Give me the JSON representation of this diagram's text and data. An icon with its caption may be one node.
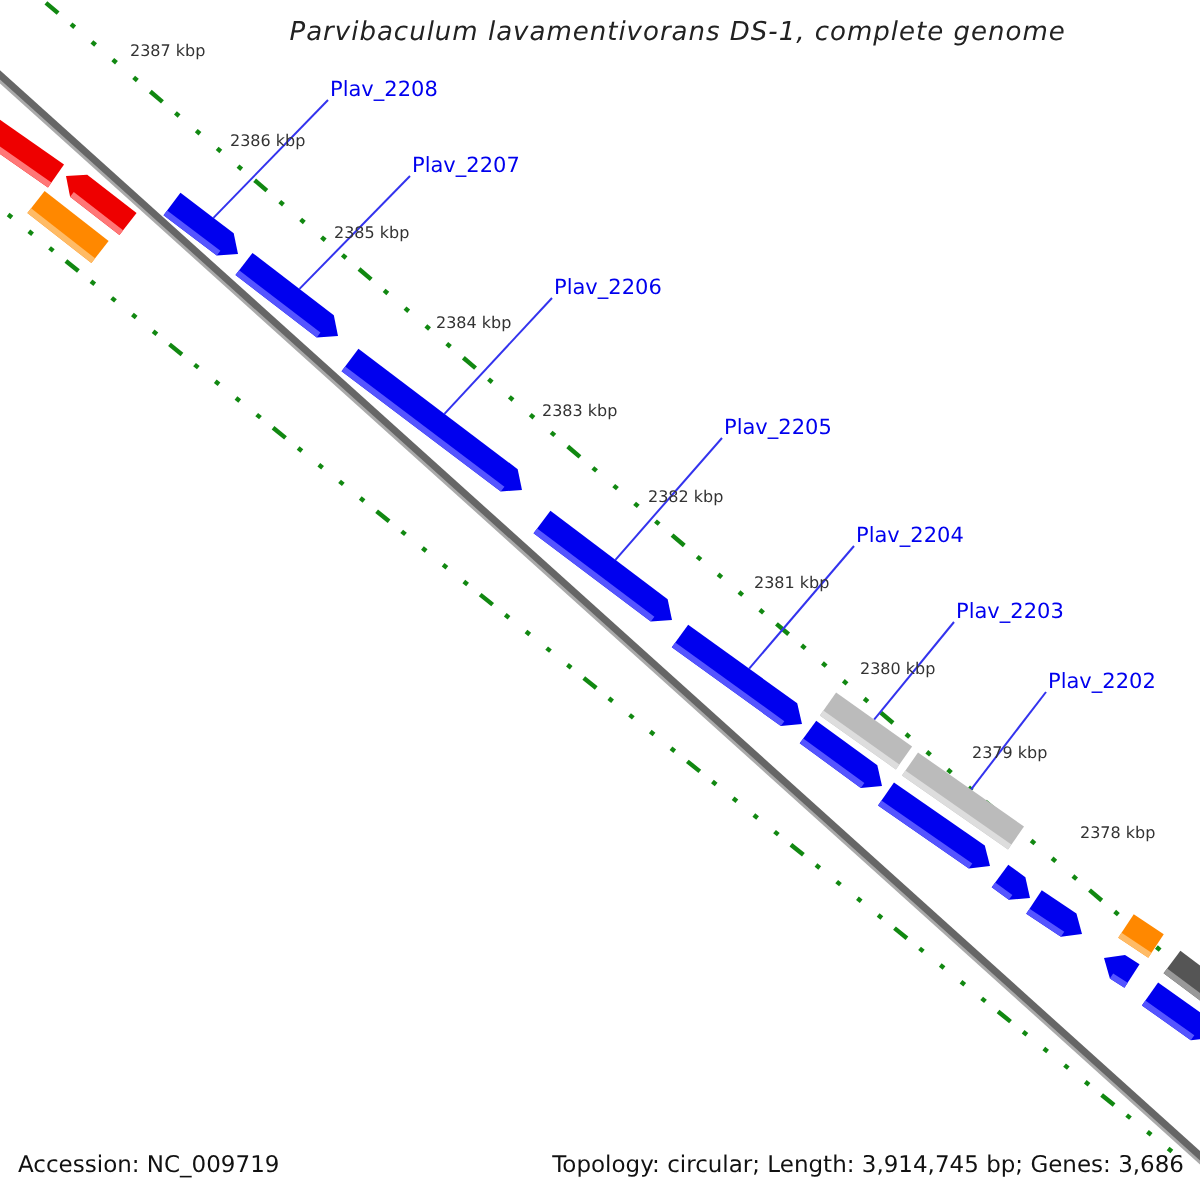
{
  "diagram": {
    "title": "Parvibaculum lavamentivorans DS-1, complete genome",
    "nodes": [
      {
        "text": [
          "Plav_2208"
        ]
      },
      {
        "text": [],
        "shape": "bar"
      },
      {
        "text": [
          "Plav_2207"
        ]
      },
      {
        "text": [],
        "shape": "bar"
      },
      {
        "text": [
          "Plav_2206"
        ]
      },
      {
        "text": [],
        "shape": "bar"
      },
      {
        "text": [
          "Plav_2205"
        ]
      },
      {
        "text": [],
        "shape": "bar"
      },
      {
        "text": [
          "Plav_2204"
        ]
      },
      {
        "text": [],
        "shape": "bar"
      },
      {
        "text": [
          "Plav_2203"
        ]
      },
      {
        "text": [],
        "shape": "bar"
      },
      {
        "text": [
          "Plav_2202"
        ]
      },
      {
        "text": [],
        "shape": "bar"
      },
      {
        "text": [],
        "shape": "bar"
      },
      {
        "text": [],
        "shape": "bar"
      },
      {
        "text": [],
        "shape": "bar"
      },
      {
        "text": [],
        "shape": "bar"
      },
      {
        "text": [],
        "shape": "bar"
      },
      {
        "text": [],
        "shape": "bar"
      },
      {
        "text": [],
        "shape": "bar"
      },
      {
        "text": [],
        "shape": "bar"
      },
      {
        "text": [],
        "shape": "bar"
      },
      {
        "text": [],
        "shape": "bar"
      },
      {
        "text": [],
        "shape": "bar"
      }
    ],
    "edges": [
      {
        "from": 0,
        "to": 1,
        "arrow": "none"
      },
      {
        "from": 2,
        "to": 3,
        "arrow": "none"
      },
      {
        "from": 4,
        "to": 5,
        "arrow": "none"
      },
      {
        "from": 6,
        "to": 7,
        "arrow": "none"
      },
      {
        "from": 8,
        "to": 9,
        "arrow": "none"
      },
      {
        "from": 10,
        "to": 11,
        "arrow": "none"
      },
      {
        "from": 12,
        "to": 13,
        "arrow": "none"
      }
    ],
    "labels": [
      "2387 kbp",
      "2386 kbp",
      "2385 kbp",
      "2384 kbp",
      "2383 kbp",
      "2382 kbp",
      "2381 kbp",
      "2380 kbp",
      "2379 kbp",
      "2378 kbp",
      "Accession: NC_009719",
      "Topology: circular; Length: 3,914,745 bp; Genes: 3,686"
    ]
  }
}
